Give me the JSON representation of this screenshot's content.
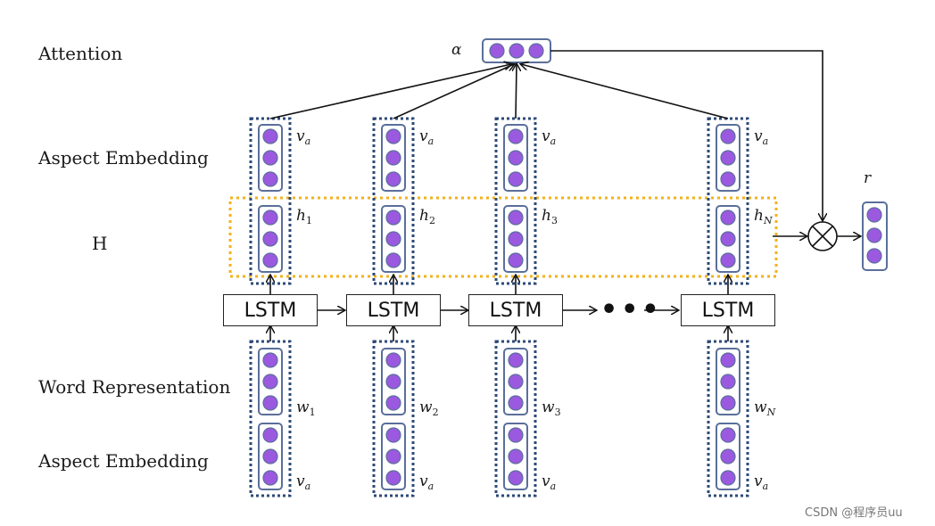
{
  "rows": {
    "attention": "Attention",
    "aspect_top": "Aspect Embedding",
    "hidden": "H",
    "word_rep": "Word Representation",
    "aspect_bottom": "Aspect Embedding"
  },
  "attention_symbol": "α",
  "output_symbol": "r",
  "columns": [
    {
      "aspect_top": "v",
      "aspect_top_sub": "a",
      "hidden": "h",
      "hidden_sub": "1",
      "word": "w",
      "word_sub": "1",
      "aspect_bottom": "v",
      "aspect_bottom_sub": "a",
      "lstm": "LSTM"
    },
    {
      "aspect_top": "v",
      "aspect_top_sub": "a",
      "hidden": "h",
      "hidden_sub": "2",
      "word": "w",
      "word_sub": "2",
      "aspect_bottom": "v",
      "aspect_bottom_sub": "a",
      "lstm": "LSTM"
    },
    {
      "aspect_top": "v",
      "aspect_top_sub": "a",
      "hidden": "h",
      "hidden_sub": "3",
      "word": "w",
      "word_sub": "3",
      "aspect_bottom": "v",
      "aspect_bottom_sub": "a",
      "lstm": "LSTM"
    },
    {
      "aspect_top": "v",
      "aspect_top_sub": "a",
      "hidden": "h",
      "hidden_sub": "N",
      "word": "w",
      "word_sub": "N",
      "aspect_bottom": "v",
      "aspect_bottom_sub": "a",
      "lstm": "LSTM"
    }
  ],
  "ellipsis": "•••",
  "watermark": "CSDN @程序员uu",
  "colors": {
    "node_fill": "#9b59e0",
    "node_border": "#5a6f9a",
    "dotted_box": "#2c4a78",
    "h_band": "#f2b21b",
    "stroke": "#111111"
  }
}
